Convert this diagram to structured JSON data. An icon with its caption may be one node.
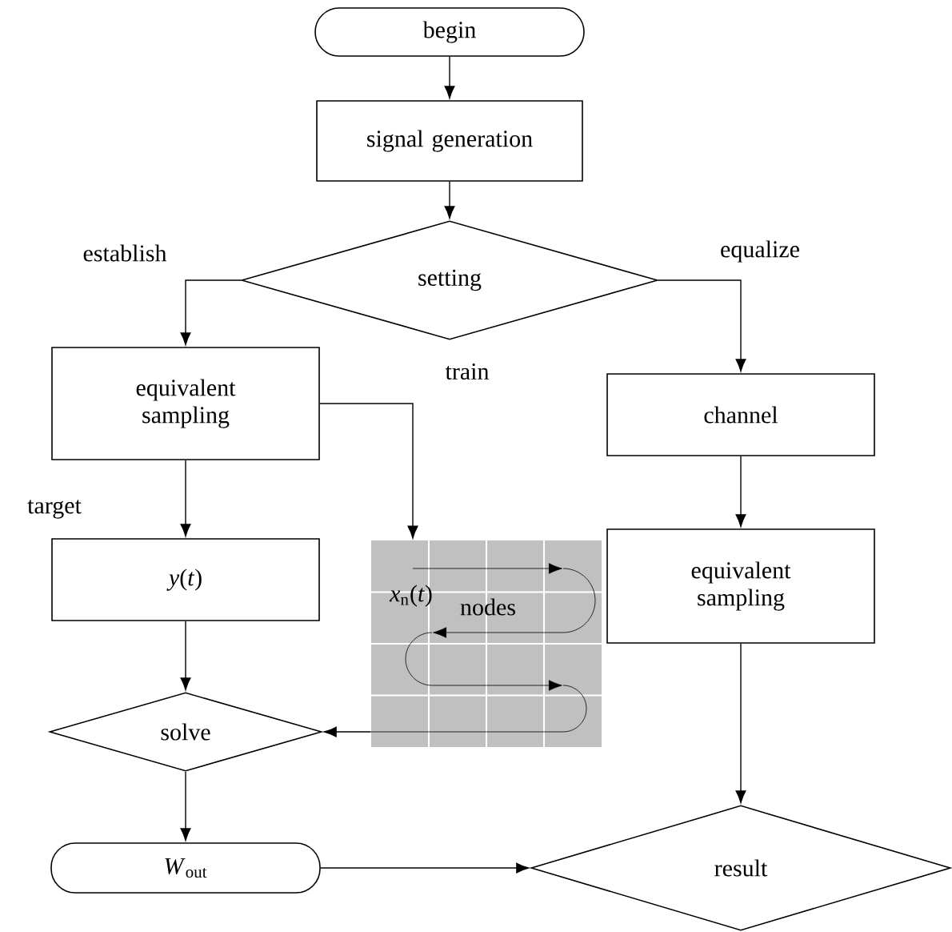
{
  "diagram": {
    "nodes": [
      {
        "text": [
          "begin"
        ]
      },
      {
        "text": [
          "signal generation"
        ]
      },
      {
        "text": [
          "setting"
        ]
      },
      {
        "text": [
          "equivalent sampling"
        ]
      },
      {
        "text": [
          "*y*(*t*)"
        ]
      },
      {
        "text": [
          "solve"
        ]
      },
      {
        "text": [
          "*W*$_{out}$"
        ]
      },
      {
        "text": [
          "channel"
        ]
      },
      {
        "text": [
          "equivalent sampling"
        ]
      },
      {
        "text": [
          "*x*$_{n}$(*t*)",
          "nodes"
        ]
      },
      {
        "text": [
          "result"
        ]
      }
    ],
    "edges": [
      {
        "from": 0,
        "to": 1,
        "arrow": "to"
      },
      {
        "from": 1,
        "to": 2,
        "arrow": "to"
      },
      {
        "from": 2,
        "to": 3,
        "arrow": "to",
        "label": "establish"
      },
      {
        "from": 2,
        "to": 7,
        "arrow": "to",
        "label": "equalize"
      },
      {
        "from": 3,
        "to": 4,
        "arrow": "to",
        "label": "target"
      },
      {
        "from": 3,
        "to": 9,
        "arrow": "to",
        "label": "train"
      },
      {
        "from": 4,
        "to": 5,
        "arrow": "to"
      },
      {
        "from": 9,
        "to": 5,
        "arrow": "to"
      },
      {
        "from": 5,
        "to": 6,
        "arrow": "to"
      },
      {
        "from": 7,
        "to": 8,
        "arrow": "to"
      },
      {
        "from": 8,
        "to": 10,
        "arrow": "to"
      },
      {
        "from": 6,
        "to": 10,
        "arrow": "to"
      }
    ]
  }
}
